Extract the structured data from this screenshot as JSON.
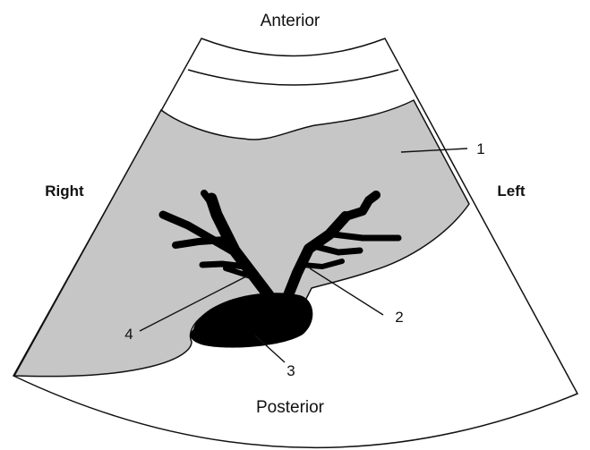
{
  "orientation": {
    "anterior": "Anterior",
    "posterior": "Posterior",
    "right": "Right",
    "left": "Left"
  },
  "callouts": [
    {
      "number": "1"
    },
    {
      "number": "2"
    },
    {
      "number": "3"
    },
    {
      "number": "4"
    }
  ],
  "colors": {
    "shaded_region": "#c6c6c6",
    "dark_structures": "#000000",
    "outline": "#111111",
    "background": "#ffffff"
  }
}
